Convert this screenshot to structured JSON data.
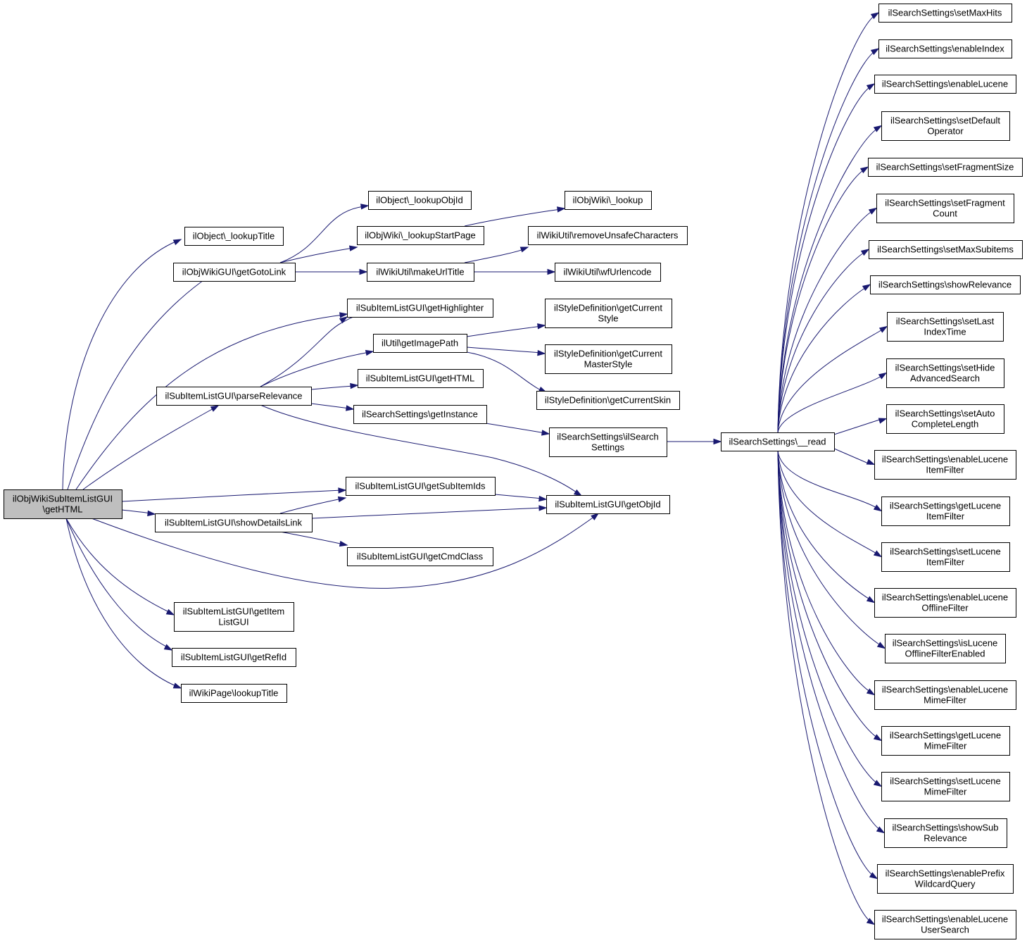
{
  "graph": {
    "edge_color": "#191970",
    "root_fill": "#bfbfbf",
    "node_fill": "#ffffff",
    "nodes": {
      "root": [
        "ilObjWikiSubItemListGUI",
        "\\getHTML"
      ],
      "lookupTitle": [
        "ilObject\\_lookupTitle"
      ],
      "getGotoLink": [
        "ilObjWikiGUI\\getGotoLink"
      ],
      "getHighlighter": [
        "ilSubItemListGUI\\getHighlighter"
      ],
      "parseRelevance": [
        "ilSubItemListGUI\\parseRelevance"
      ],
      "getSubItemIds": [
        "ilSubItemListGUI\\getSubItemIds"
      ],
      "showDetailsLink": [
        "ilSubItemListGUI\\showDetailsLink"
      ],
      "getItemListGUI": [
        "ilSubItemListGUI\\getItem",
        "ListGUI"
      ],
      "getRefId": [
        "ilSubItemListGUI\\getRefId"
      ],
      "wikiPageLookupTitle": [
        "ilWikiPage\\lookupTitle"
      ],
      "lookupObjId": [
        "ilObject\\_lookupObjId"
      ],
      "lookupStartPage": [
        "ilObjWiki\\_lookupStartPage"
      ],
      "makeUrlTitle": [
        "ilWikiUtil\\makeUrlTitle"
      ],
      "getImagePath": [
        "ilUtil\\getImagePath"
      ],
      "getHTMLsub": [
        "ilSubItemListGUI\\getHTML"
      ],
      "getInstance": [
        "ilSearchSettings\\getInstance"
      ],
      "getCmdClass": [
        "ilSubItemListGUI\\getCmdClass"
      ],
      "objWikiLookup": [
        "ilObjWiki\\_lookup"
      ],
      "removeUnsafe": [
        "ilWikiUtil\\removeUnsafeCharacters"
      ],
      "wfUrlencode": [
        "ilWikiUtil\\wfUrlencode"
      ],
      "getCurrentStyle": [
        "ilStyleDefinition\\getCurrent",
        "Style"
      ],
      "getCurrentMasterStyle": [
        "ilStyleDefinition\\getCurrent",
        "MasterStyle"
      ],
      "getCurrentSkin": [
        "ilStyleDefinition\\getCurrentSkin"
      ],
      "ilSearchSettingsCtor": [
        "ilSearchSettings\\ilSearch",
        "Settings"
      ],
      "getObjId": [
        "ilSubItemListGUI\\getObjId"
      ],
      "read": [
        "ilSearchSettings\\__read"
      ],
      "setMaxHits": [
        "ilSearchSettings\\setMaxHits"
      ],
      "enableIndex": [
        "ilSearchSettings\\enableIndex"
      ],
      "enableLucene": [
        "ilSearchSettings\\enableLucene"
      ],
      "setDefaultOperator": [
        "ilSearchSettings\\setDefault",
        "Operator"
      ],
      "setFragmentSize": [
        "ilSearchSettings\\setFragmentSize"
      ],
      "setFragmentCount": [
        "ilSearchSettings\\setFragment",
        "Count"
      ],
      "setMaxSubitems": [
        "ilSearchSettings\\setMaxSubitems"
      ],
      "showRelevance": [
        "ilSearchSettings\\showRelevance"
      ],
      "setLastIndexTime": [
        "ilSearchSettings\\setLast",
        "IndexTime"
      ],
      "setHideAdvancedSearch": [
        "ilSearchSettings\\setHide",
        "AdvancedSearch"
      ],
      "setAutoCompleteLength": [
        "ilSearchSettings\\setAuto",
        "CompleteLength"
      ],
      "enableLuceneItemFilter": [
        "ilSearchSettings\\enableLucene",
        "ItemFilter"
      ],
      "getLuceneItemFilter": [
        "ilSearchSettings\\getLucene",
        "ItemFilter"
      ],
      "setLuceneItemFilter": [
        "ilSearchSettings\\setLucene",
        "ItemFilter"
      ],
      "enableLuceneOfflineFilter": [
        "ilSearchSettings\\enableLucene",
        "OfflineFilter"
      ],
      "isLuceneOfflineFilterEnabled": [
        "ilSearchSettings\\isLucene",
        "OfflineFilterEnabled"
      ],
      "enableLuceneMimeFilter": [
        "ilSearchSettings\\enableLucene",
        "MimeFilter"
      ],
      "getLuceneMimeFilter": [
        "ilSearchSettings\\getLucene",
        "MimeFilter"
      ],
      "setLuceneMimeFilter": [
        "ilSearchSettings\\setLucene",
        "MimeFilter"
      ],
      "showSubRelevance": [
        "ilSearchSettings\\showSub",
        "Relevance"
      ],
      "enablePrefixWildcardQuery": [
        "ilSearchSettings\\enablePrefix",
        "WildcardQuery"
      ],
      "enableLuceneUserSearch": [
        "ilSearchSettings\\enableLucene",
        "UserSearch"
      ]
    }
  }
}
